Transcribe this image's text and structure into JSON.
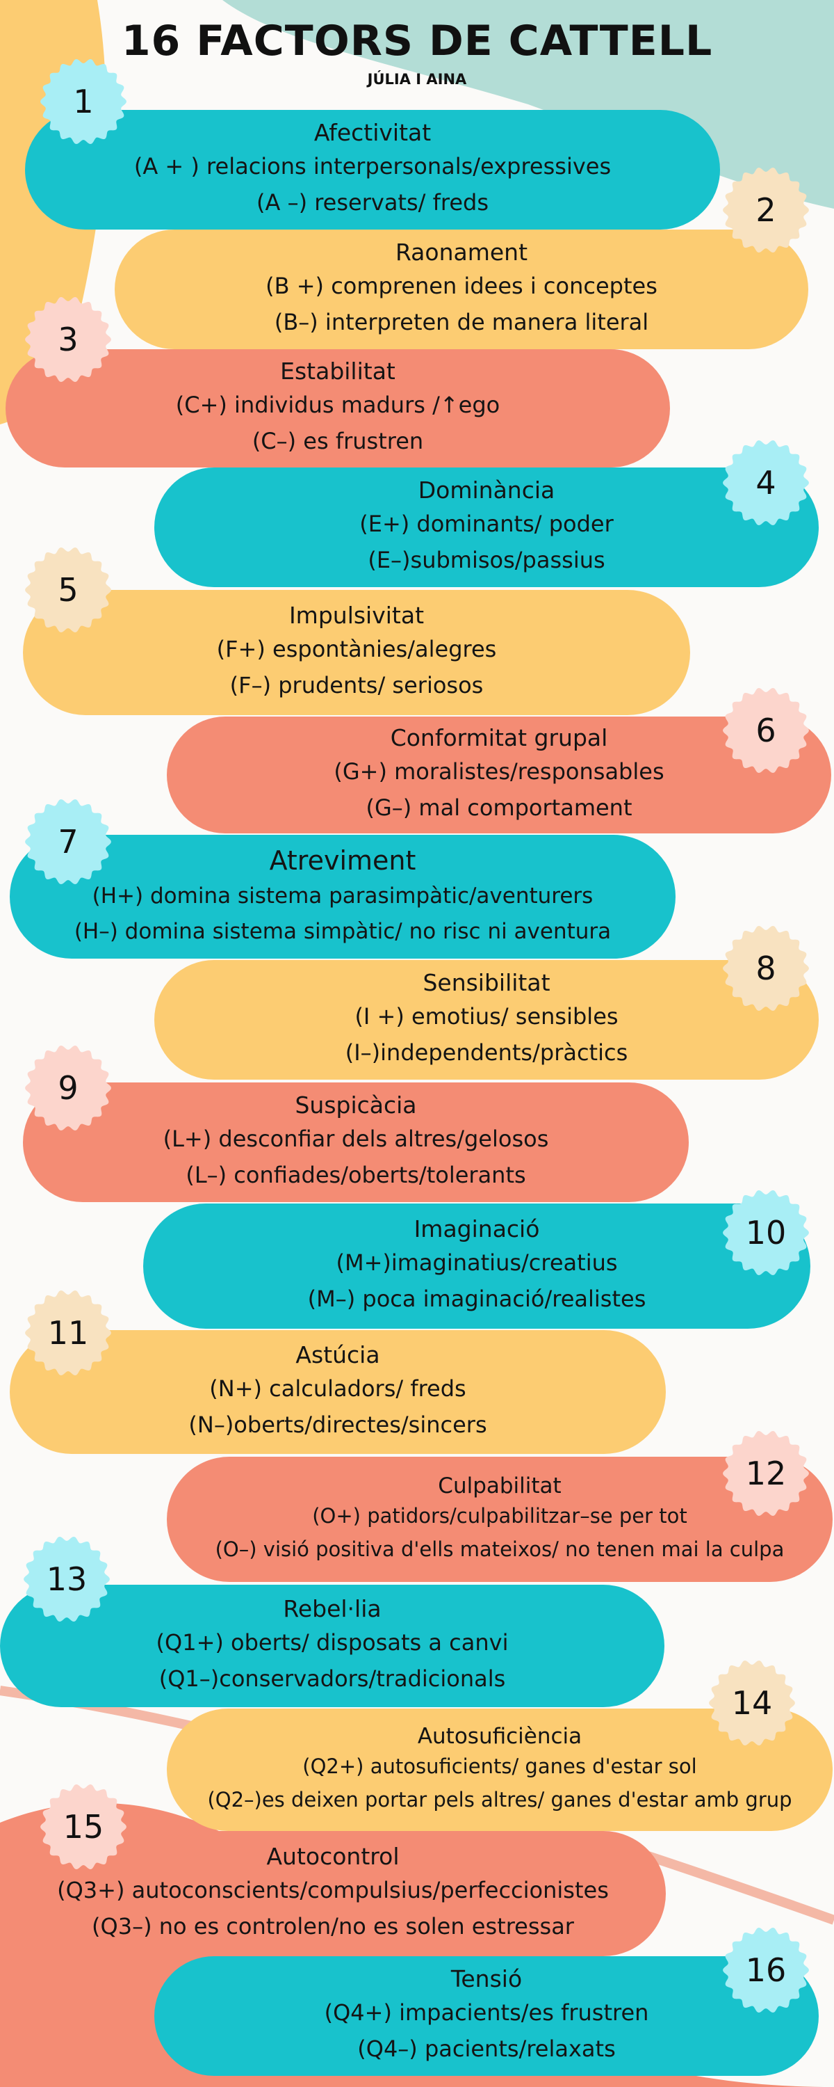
{
  "title": "16 FACTORS DE CATTELL",
  "subtitle": "JÚLIA I AINA",
  "colors": {
    "teal": "#18c2cc",
    "yellow": "#fccc72",
    "coral": "#f48c74",
    "badge_cyan": "#a8eef5",
    "badge_peach": "#f8e2c0",
    "badge_pink": "#fcd5cc",
    "background": "#fbfaf8"
  },
  "factors": [
    {
      "number": "1",
      "name": "Afectivitat",
      "plus": "(A + ) relacions interpersonals/expressives",
      "minus": "(A –) reservats/ freds"
    },
    {
      "number": "2",
      "name": "Raonament",
      "plus": "(B +) comprenen idees i conceptes",
      "minus": "(B–) interpreten de manera literal"
    },
    {
      "number": "3",
      "name": "Estabilitat",
      "plus": "(C+) individus madurs /↑ego",
      "minus": "(C–) es frustren"
    },
    {
      "number": "4",
      "name": "Dominància",
      "plus": "(E+) dominants/ poder",
      "minus": "(E–)submisos/passius"
    },
    {
      "number": "5",
      "name": "Impulsivitat",
      "plus": "(F+) espontànies/alegres",
      "minus": "(F–) prudents/ seriosos"
    },
    {
      "number": "6",
      "name": "Conformitat grupal",
      "plus": "(G+) moralistes/responsables",
      "minus": "(G–) mal comportament"
    },
    {
      "number": "7",
      "name": "Atreviment",
      "plus": "(H+) domina sistema parasimpàtic/aventurers",
      "minus": "(H–) domina sistema simpàtic/ no risc ni aventura"
    },
    {
      "number": "8",
      "name": "Sensibilitat",
      "plus": "(I +) emotius/ sensibles",
      "minus": "(I–)independents/pràctics"
    },
    {
      "number": "9",
      "name": "Suspicàcia",
      "plus": "(L+) desconfiar dels altres/gelosos",
      "minus": "(L–) confiades/oberts/tolerants"
    },
    {
      "number": "10",
      "name": "Imaginació",
      "plus": "(M+)imaginatius/creatius",
      "minus": "(M–) poca imaginació/realistes"
    },
    {
      "number": "11",
      "name": "Astúcia",
      "plus": "(N+) calculadors/ freds",
      "minus": "(N–)oberts/directes/sincers"
    },
    {
      "number": "12",
      "name": "Culpabilitat",
      "plus": "(O+) patidors/culpabilitzar–se per tot",
      "minus": "(O–) visió positiva d'ells mateixos/ no tenen mai la culpa"
    },
    {
      "number": "13",
      "name": "Rebel·lia",
      "plus": "(Q1+)  oberts/ disposats a canvi",
      "minus": "(Q1–)conservadors/tradicionals"
    },
    {
      "number": "14",
      "name": "Autosuficiència",
      "plus": "(Q2+) autosuficients/ ganes d'estar sol",
      "minus": "(Q2–)es deixen portar pels altres/ ganes d'estar amb grup"
    },
    {
      "number": "15",
      "name": "Autocontrol",
      "plus": "(Q3+) autoconscients/compulsius/perfeccionistes",
      "minus": "(Q3–) no es controlen/no es solen estressar"
    },
    {
      "number": "16",
      "name": "Tensió",
      "plus": "(Q4+) impacients/es frustren",
      "minus": "(Q4–) pacients/relaxats"
    }
  ]
}
